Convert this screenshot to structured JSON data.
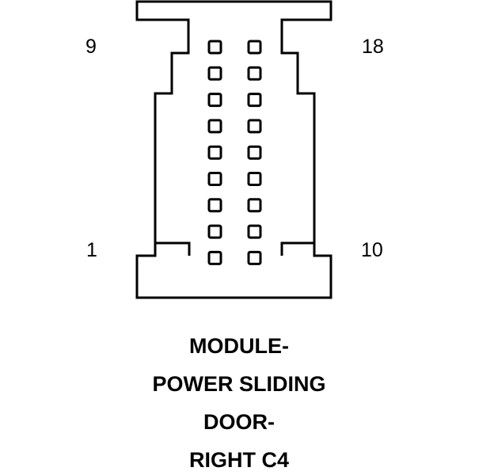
{
  "connector": {
    "pin_labels": {
      "top_left": "9",
      "top_right": "18",
      "bottom_left": "1",
      "bottom_right": "10"
    },
    "pin_rows": 9,
    "pin_columns": 2,
    "line_color": "#000000",
    "background_color": "#ffffff"
  },
  "caption": {
    "line1": "MODULE-",
    "line2": "POWER SLIDING",
    "line3": "DOOR-",
    "line4": "RIGHT C4"
  }
}
